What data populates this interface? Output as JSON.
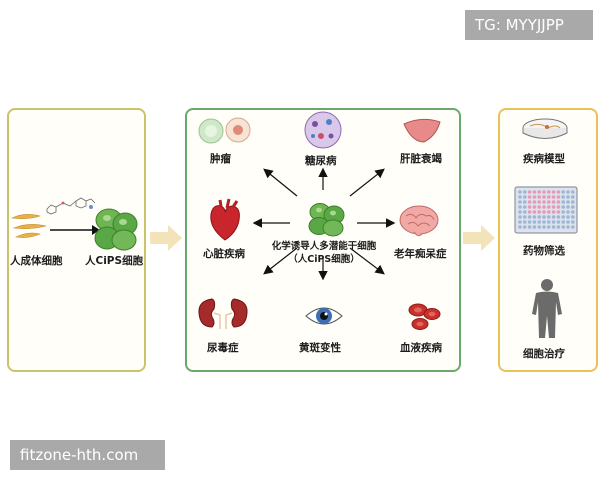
{
  "watermarks": {
    "top_right": "TG: MYYJJPP",
    "bottom_left": "fitzone-hth.com"
  },
  "left_panel": {
    "source_label": "人成体细胞",
    "target_label": "人CiPS细胞"
  },
  "middle_panel": {
    "center_label_line1": "化学诱导人多潜能干细胞",
    "center_label_line2": "（人CiPS细胞）",
    "diseases": {
      "tumor": "肿瘤",
      "diabetes": "糖尿病",
      "liver_failure": "肝脏衰竭",
      "heart_disease": "心脏疾病",
      "alzheimers": "老年痴呆症",
      "uremia": "尿毒症",
      "macular_degeneration": "黄斑变性",
      "blood_disease": "血液疾病"
    }
  },
  "right_panel": {
    "disease_model": "疾病模型",
    "drug_screening": "药物筛选",
    "cell_therapy": "细胞治疗"
  },
  "colors": {
    "left_border": "#c9c46a",
    "middle_border": "#6aa96a",
    "right_border": "#e8c25a",
    "flow_arrow": "#f3e3b8",
    "cell_green": "#5aa845"
  }
}
